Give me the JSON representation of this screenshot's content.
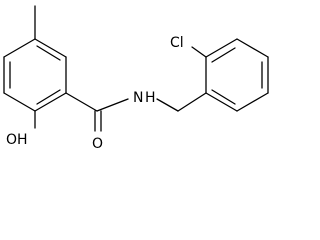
{
  "molecule": {
    "atom_labels": {
      "chlorine": "Cl",
      "amide_nitrogen": "N",
      "amide_hydrogen": "H",
      "amide_oxygen": "O",
      "hydroxyl": "OH"
    },
    "colors": {
      "bond": "#000000",
      "label": "#000000",
      "background": "#ffffff"
    }
  }
}
